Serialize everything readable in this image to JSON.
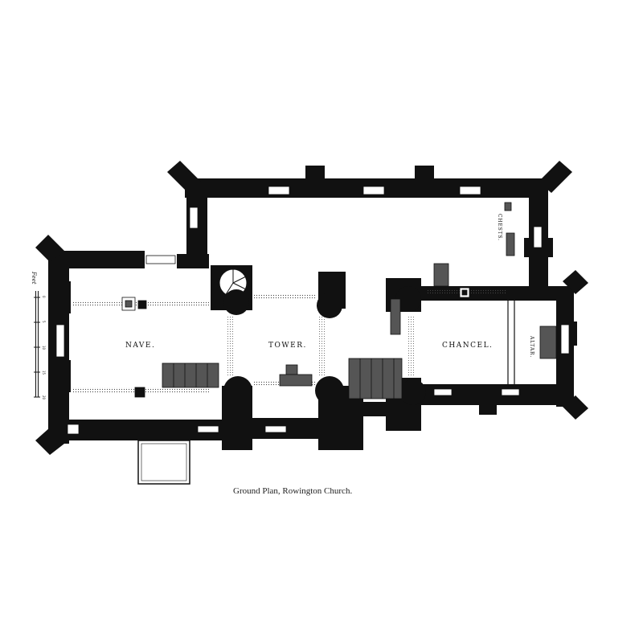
{
  "caption": "Ground Plan, Rowington Church.",
  "rooms": {
    "nave": "NAVE.",
    "tower": "TOWER.",
    "chancel": "CHANCEL.",
    "altar": "ALTAR.",
    "sedilia": "CHESTS."
  },
  "scale": {
    "label": "Feet",
    "ticks": [
      "0",
      "5",
      "10",
      "15",
      "20"
    ]
  },
  "colors": {
    "wall": "#111111",
    "floor": "#ffffff",
    "furniture": "#555555"
  }
}
